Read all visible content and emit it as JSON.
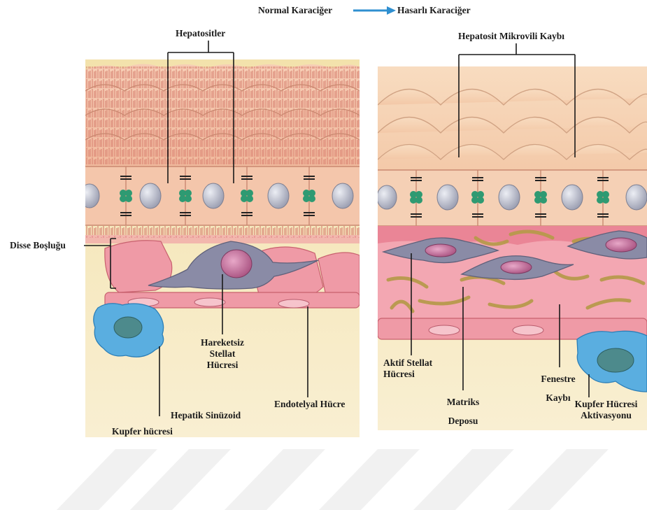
{
  "header": {
    "from": "Normal Karaciğer",
    "to": "Hasarlı Karaciğer",
    "arrow_color": "#2f8fd0"
  },
  "normal_liver": {
    "hepatocytes": "Hepatositler",
    "disse_space": "Disse Boşluğu",
    "quiescent_stellate": [
      "Hareketsiz",
      "Stellat",
      "Hücresi"
    ],
    "endothelial_cell": "Endotelyal Hücre",
    "hepatic_sinusoid": "Hepatik Sinüzoid",
    "kupffer_cell": "Kupfer hücresi"
  },
  "damaged_liver": {
    "microvilli_loss": "Hepatosit Mikrovili Kaybı",
    "active_stellate": [
      "Aktif Stellat",
      "Hücresi"
    ],
    "matrix_deposit": [
      "Matriks",
      "Deposu"
    ],
    "fenestrae_loss": [
      "Fenestre",
      "Kaybı"
    ],
    "kupffer_activation": [
      "Kupfer Hücresi",
      "Aktivasyonu"
    ]
  },
  "colors": {
    "hepatocyte": "#f2c2a8",
    "hepatocyte_outline": "#c98870",
    "sinusoid": "#f2de9e",
    "endothelium": "#ee8e9e",
    "stellate": "#8a8ba6",
    "kupffer": "#5aaee0",
    "collagen": "#b89a4c",
    "nucleus": "#b9bcc9",
    "junction": "#2e9a72"
  }
}
